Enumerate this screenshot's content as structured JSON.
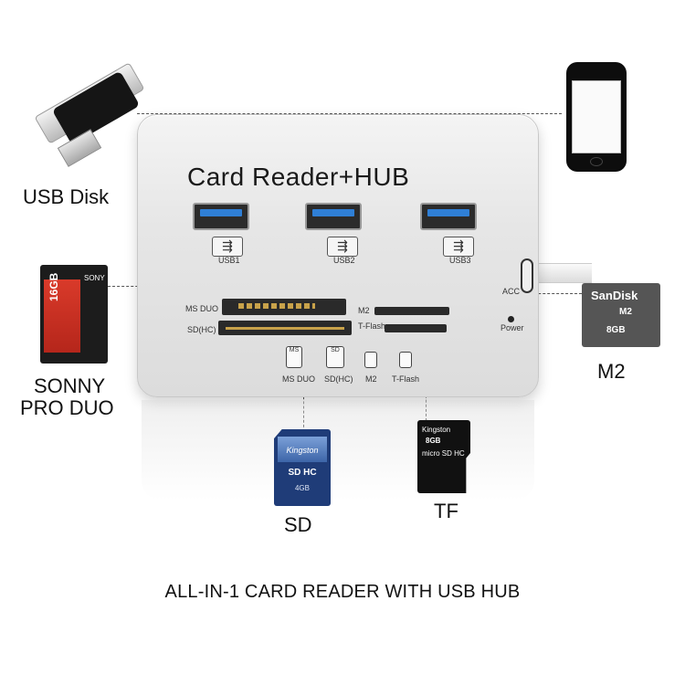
{
  "hub": {
    "title": "Card Reader+HUB",
    "ports": [
      "USB1",
      "USB2",
      "USB3"
    ],
    "slot_labels": {
      "ms_duo": "MS DUO",
      "sd_hc": "SD(HC)",
      "m2": "M2",
      "t_flash": "T-Flash",
      "acc": "ACC",
      "power": "Power"
    },
    "mini_icons": [
      "MS DUO",
      "SD(HC)",
      "M2",
      "T-Flash"
    ]
  },
  "devices": {
    "usb_disk": "USB Disk",
    "sony": "SONNY\nPRO DUO",
    "sony_line1": "SONNY",
    "sony_line2": "PRO DUO",
    "m2": "M2",
    "sd": "SD",
    "tf": "TF"
  },
  "cards": {
    "sony_capacity": "16GB",
    "sony_brand": "SONY",
    "sd_brand": "Kingston",
    "sd_type": "SD HC",
    "sd_capacity": "4GB",
    "tf_brand": "Kingston",
    "tf_capacity": "8GB",
    "tf_type": "micro SD HC",
    "m2_brand": "SanDisk",
    "m2_model": "M2",
    "m2_capacity": "8GB"
  },
  "caption": "ALL-IN-1 CARD READER WITH USB HUB",
  "colors": {
    "usb_port_blue": "#2f7fd6",
    "sd_card_blue": "#1f3c78",
    "sony_red": "#d93a2a"
  }
}
